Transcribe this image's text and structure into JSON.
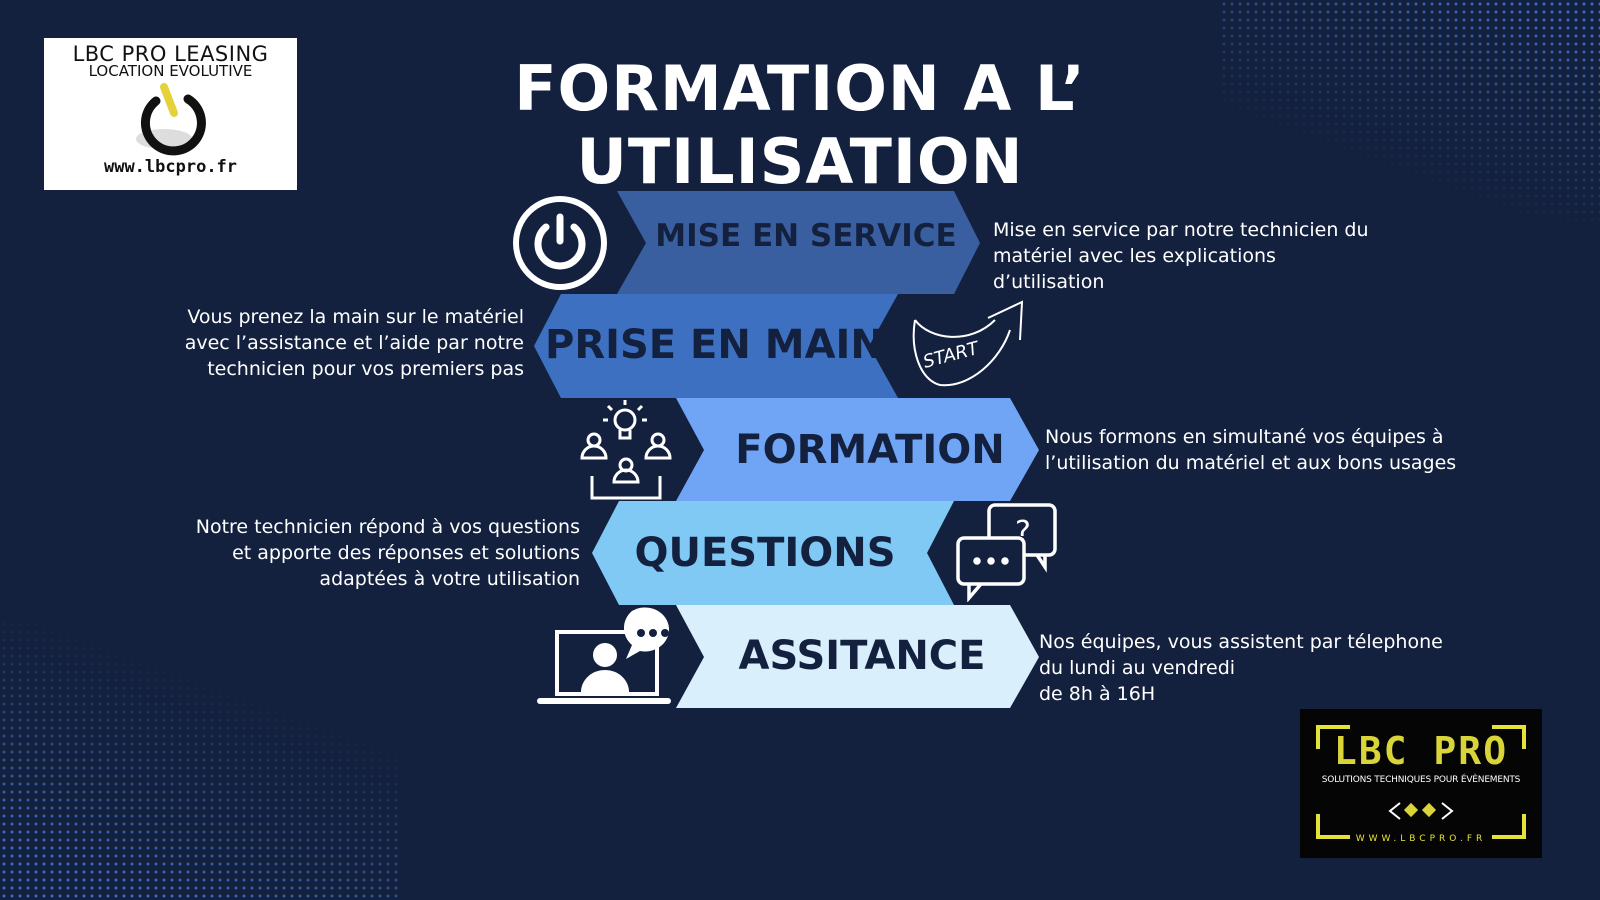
{
  "logo_left": {
    "line1": "LBC PRO LEASING",
    "line2": "LOCATION EVOLUTIVE",
    "url": "www.lbcpro.fr"
  },
  "title": "FORMATION A L’ UTILISATION",
  "steps": [
    {
      "label": "MISE EN SERVICE",
      "color": "#3a5fa0",
      "description": [
        "Mise en service par notre technicien du",
        "matériel avec les explications",
        "d’utilisation"
      ],
      "icon": "power-icon"
    },
    {
      "label": "PRISE EN MAIN",
      "color": "#3e70c2",
      "description": [
        "Vous prenez la main sur le matériel",
        "avec l’assistance et l’aide par notre",
        "technicien pour vos premiers pas"
      ],
      "icon": "start-arrow-icon",
      "icon_text": "START"
    },
    {
      "label": "FORMATION",
      "color": "#70a4f4",
      "description": [
        "Nous formons en simultané vos équipes à",
        "l’utilisation du matériel et aux bons usages"
      ],
      "icon": "team-idea-icon"
    },
    {
      "label": "QUESTIONS",
      "color": "#80c9f5",
      "description": [
        "Notre technicien  répond à vos questions",
        "et apporte des réponses et solutions",
        "adaptées à votre utilisation"
      ],
      "icon": "chat-question-icon"
    },
    {
      "label": "ASSITANCE",
      "color": "#d9effc",
      "description": [
        "Nos équipes, vous assistent par télephone",
        "du lundi au vendredi",
        "de 8h à 16H"
      ],
      "icon": "laptop-support-icon"
    }
  ],
  "logo_right": {
    "name": "LBC PRO",
    "tagline": "SOLUTIONS TECHNIQUES POUR ÉVÈNEMENTS",
    "url": "WWW.LBCPRO.FR"
  }
}
